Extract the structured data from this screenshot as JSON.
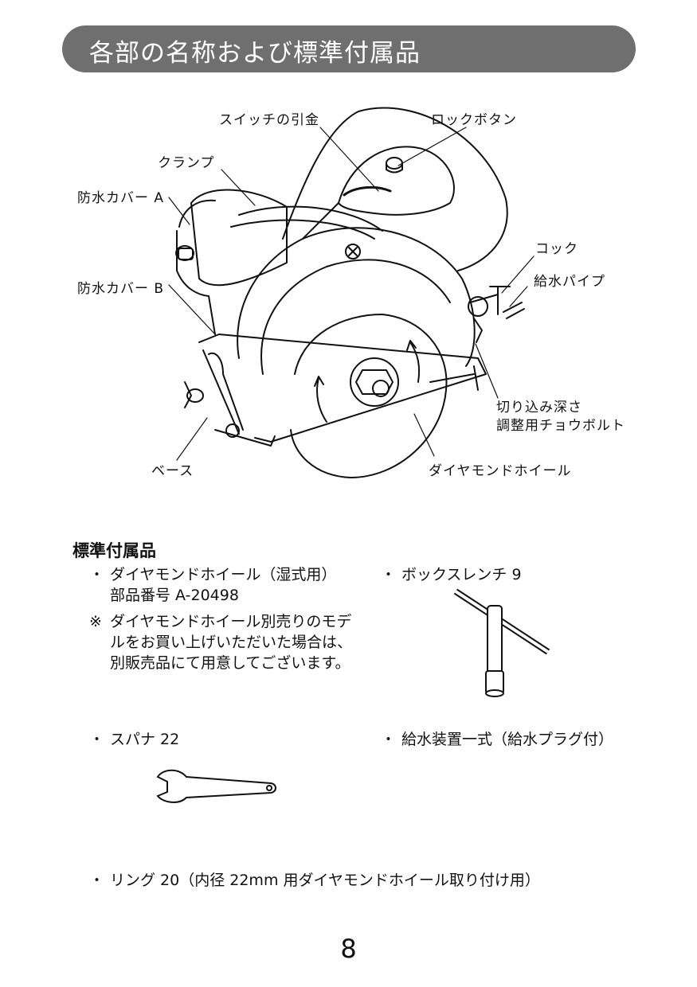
{
  "header": {
    "title": "各部の名称および標準付属品"
  },
  "labels": {
    "trigger": "スイッチの引金",
    "lock_button": "ロックボタン",
    "clamp": "クランプ",
    "cover_a": "防水カバー A",
    "cover_b": "防水カバー B",
    "cock": "コック",
    "water_pipe": "給水パイプ",
    "depth_bolt_1": "切り込み深さ",
    "depth_bolt_2": "調整用チョウボルト",
    "base": "ベース",
    "wheel": "ダイヤモンドホイール"
  },
  "accessories": {
    "title": "標準付属品",
    "bullet": "・",
    "items": [
      {
        "label": "ダイヤモンドホイール（湿式用）",
        "sub": "部品番号 A-20498"
      },
      {
        "label": "ボックスレンチ 9"
      },
      {
        "label": "スパナ 22"
      },
      {
        "label": "給水装置一式（給水プラグ付）"
      },
      {
        "label": "リング 20（内径 22mm 用ダイヤモンドホイール取り付け用）"
      }
    ],
    "note_mark": "※",
    "note": "ダイヤモンドホイール別売りのモデルをお買い上げいただいた場合は、別販売品にて用意してございます。"
  },
  "page_number": "8"
}
